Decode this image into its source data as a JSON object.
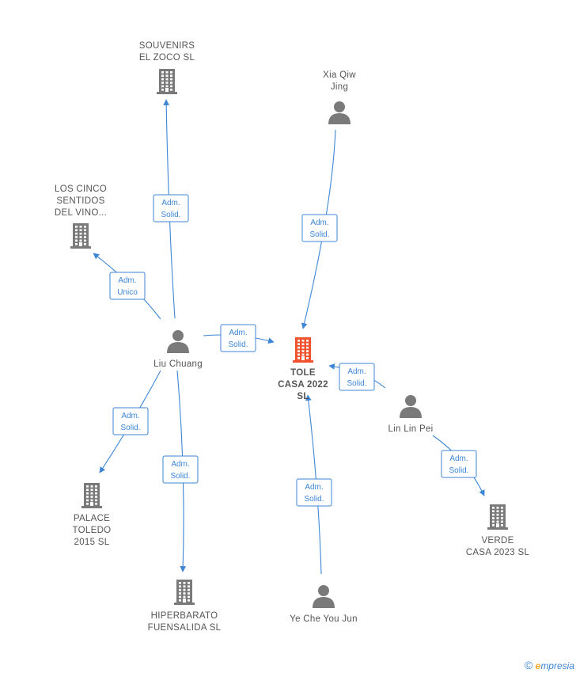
{
  "colors": {
    "edge": "#3d86d6",
    "company": "#7a7a7a",
    "person": "#7a7a7a",
    "focus": "#f0532d"
  },
  "nodes": [
    {
      "id": "souvenirs",
      "type": "company",
      "label": [
        "SOUVENIRS",
        "EL ZOCO  SL"
      ]
    },
    {
      "id": "xia",
      "type": "person",
      "label": [
        "Xia Qiw",
        "Jing"
      ]
    },
    {
      "id": "loscinco",
      "type": "company",
      "label": [
        "LOS CINCO",
        "SENTIDOS",
        "DEL VINO..."
      ]
    },
    {
      "id": "liu",
      "type": "person",
      "label": [
        "Liu Chuang"
      ]
    },
    {
      "id": "tole",
      "type": "focus",
      "label": [
        "TOLE",
        "CASA 2022",
        "SL"
      ]
    },
    {
      "id": "linlin",
      "type": "person",
      "label": [
        "Lin Lin Pei"
      ]
    },
    {
      "id": "palace",
      "type": "company",
      "label": [
        "PALACE",
        "TOLEDO",
        "2015  SL"
      ]
    },
    {
      "id": "verde",
      "type": "company",
      "label": [
        "VERDE",
        "CASA 2023  SL"
      ]
    },
    {
      "id": "hiperbarato",
      "type": "company",
      "label": [
        "HIPERBARATO",
        "FUENSALIDA SL"
      ]
    },
    {
      "id": "yeche",
      "type": "person",
      "label": [
        "Ye Che You Jun"
      ]
    }
  ],
  "edges": [
    {
      "from": "liu",
      "to": "souvenirs",
      "label": [
        "Adm.",
        "Solid."
      ]
    },
    {
      "from": "liu",
      "to": "loscinco",
      "label": [
        "Adm.",
        "Unico"
      ]
    },
    {
      "from": "liu",
      "to": "tole",
      "label": [
        "Adm.",
        "Solid."
      ]
    },
    {
      "from": "xia",
      "to": "tole",
      "label": [
        "Adm.",
        "Solid."
      ]
    },
    {
      "from": "linlin",
      "to": "tole",
      "label": [
        "Adm.",
        "Solid."
      ]
    },
    {
      "from": "liu",
      "to": "palace",
      "label": [
        "Adm.",
        "Solid."
      ]
    },
    {
      "from": "liu",
      "to": "hiperbarato",
      "label": [
        "Adm.",
        "Solid."
      ]
    },
    {
      "from": "linlin",
      "to": "verde",
      "label": [
        "Adm.",
        "Solid."
      ]
    },
    {
      "from": "yeche",
      "to": "tole",
      "label": [
        "Adm.",
        "Solid."
      ]
    }
  ],
  "footer": {
    "copyright": "©",
    "brand_initial": "e",
    "brand_rest": "mpresia"
  }
}
